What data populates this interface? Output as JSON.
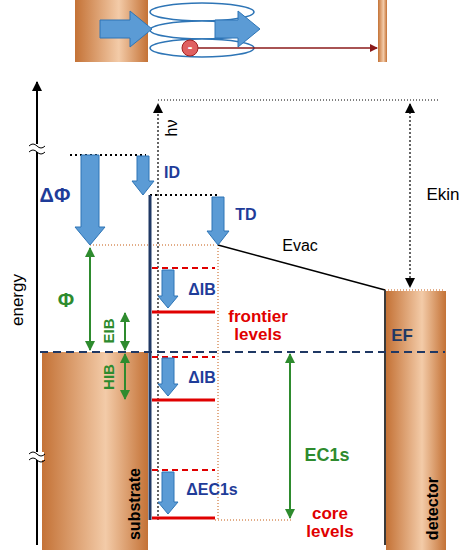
{
  "diagram": {
    "nodes": [
      {
        "text": [
          "substrate"
        ]
      },
      {
        "text": [
          "detector"
        ]
      }
    ],
    "labels": [
      "ID",
      "hν",
      "Ekin",
      "ΔΦ",
      "TD",
      "Evac",
      "Φ",
      "ΔIB",
      "EIB",
      "frontier levels",
      "EF",
      "HIB",
      "ΔIB",
      "EC1s",
      "ΔEC1s",
      "core levels",
      "energy",
      "-"
    ]
  }
}
